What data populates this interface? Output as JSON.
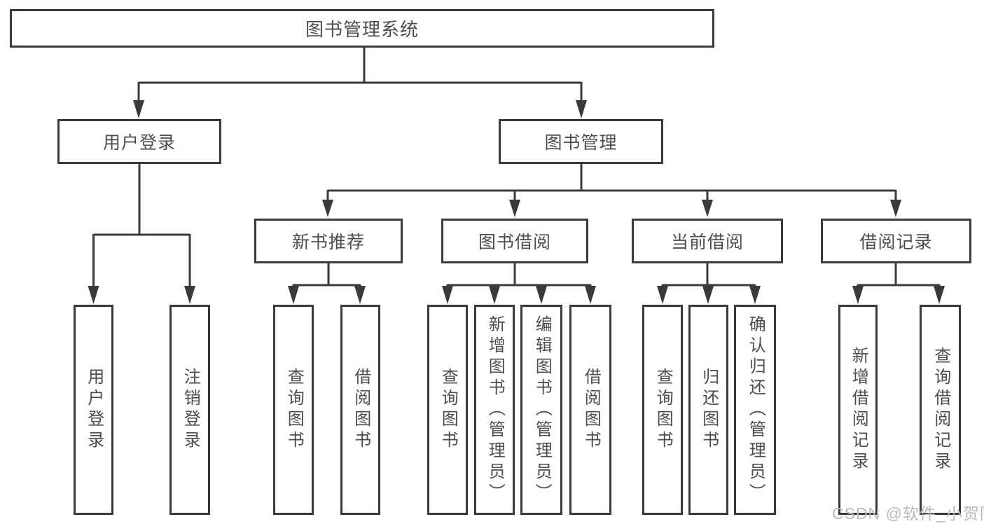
{
  "diagram": {
    "nodes": {
      "root": "图书管理系统",
      "userLogin": "用户登录",
      "bookMgmt": "图书管理",
      "newBook": "新书推荐",
      "bookBorrow": "图书借阅",
      "currentBorrow": "当前借阅",
      "borrowRecords": "借阅记录"
    },
    "leaves": {
      "userLogin": [
        "用户登录",
        "注销登录"
      ],
      "newBook": [
        "查询图书",
        "借阅图书"
      ],
      "bookBorrow": [
        "查询图书",
        "新增图书（管理员）",
        "编辑图书（管理员）",
        "借阅图书"
      ],
      "currentBorrow": [
        "查询图书",
        "归还图书",
        "确认归还（管理员）"
      ],
      "borrowRecords": [
        "新增借阅记录",
        "查询借阅记录"
      ]
    },
    "hierarchy": {
      "图书管理系统": [
        "用户登录",
        "图书管理"
      ],
      "用户登录": [
        "用户登录",
        "注销登录"
      ],
      "图书管理": [
        "新书推荐",
        "图书借阅",
        "当前借阅",
        "借阅记录"
      ],
      "新书推荐": [
        "查询图书",
        "借阅图书"
      ],
      "图书借阅": [
        "查询图书",
        "新增图书（管理员）",
        "编辑图书（管理员）",
        "借阅图书"
      ],
      "当前借阅": [
        "查询图书",
        "归还图书",
        "确认归还（管理员）"
      ],
      "借阅记录": [
        "新增借阅记录",
        "查询借阅记录"
      ]
    },
    "watermark": "CSDN @软件_小贺同学",
    "colors": {
      "line": "#3a3a3a",
      "text": "#4d4d4d",
      "watermark": "#b9b9b9",
      "background": "#ffffff"
    }
  }
}
